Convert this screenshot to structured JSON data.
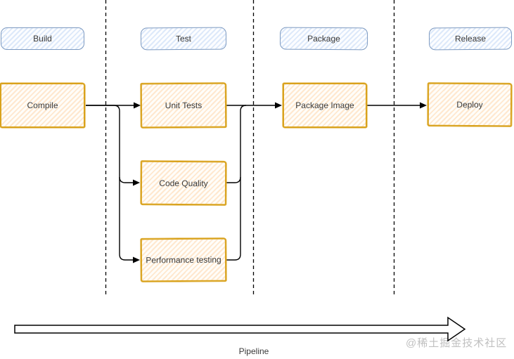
{
  "diagram": {
    "stages": [
      {
        "label": "Build"
      },
      {
        "label": "Test"
      },
      {
        "label": "Package"
      },
      {
        "label": "Release"
      }
    ],
    "nodes": [
      {
        "label": "Compile"
      },
      {
        "label": "Unit Tests"
      },
      {
        "label": "Code Quality"
      },
      {
        "label": "Performance testing"
      },
      {
        "label": "Package Image"
      },
      {
        "label": "Deploy"
      }
    ],
    "pipeline": {
      "label": "Pipeline"
    },
    "watermark": {
      "text": "@稀土掘金技术社区"
    },
    "colors": {
      "node_border": "#d9a21c",
      "node_fill": "#ffe6cc",
      "stage_border": "#7d9ac1",
      "stage_fill": "#dae8fc",
      "connector": "#000000",
      "text": "#3a3a3a",
      "watermark": "#c0c0c0"
    }
  }
}
